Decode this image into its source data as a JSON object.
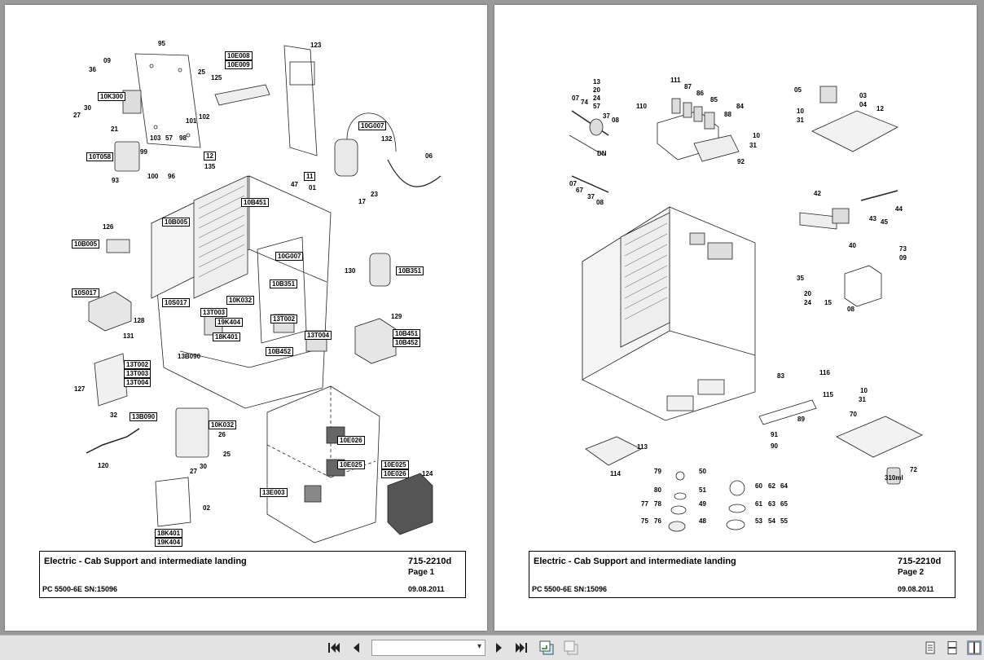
{
  "pages": [
    {
      "title": "Electric - Cab Support and intermediate landing",
      "doc_number": "715-2210d",
      "page_label": "Page 1",
      "model": "PC 5500-6E SN:15096",
      "date": "09.08.2011",
      "labels": [
        "95",
        "09",
        "36",
        "25",
        "10E008",
        "10E009",
        "123",
        "125",
        "10K300",
        "30",
        "27",
        "21",
        "101",
        "102",
        "103",
        "57",
        "98",
        "10G007",
        "10T058",
        "99",
        "93",
        "100",
        "96",
        "132",
        "12",
        "135",
        "11",
        "47",
        "01",
        "06",
        "17",
        "23",
        "10B451",
        "10B005",
        "126",
        "10B005",
        "130",
        "10B351",
        "10G007",
        "10B351",
        "10S017",
        "10S017",
        "128",
        "131",
        "13T003",
        "10K032",
        "19K404",
        "18K401",
        "13T002",
        "13T004",
        "129",
        "10B451",
        "10B452",
        "10B452",
        "13B090",
        "13T002",
        "13T003",
        "13T004",
        "127",
        "32",
        "13B090",
        "10K032",
        "26",
        "25",
        "27",
        "30",
        "120",
        "10E026",
        "10E025",
        "10E025",
        "10E026",
        "124",
        "13E003",
        "02",
        "18K401",
        "19K404"
      ]
    },
    {
      "title": "Electric - Cab Support and intermediate landing",
      "doc_number": "715-2210d",
      "page_label": "Page 2",
      "model": "PC 5500-6E SN:15096",
      "date": "09.08.2011",
      "labels": [
        "13",
        "20",
        "24",
        "57",
        "07",
        "74",
        "37",
        "08",
        "DN",
        "111",
        "87",
        "86",
        "85",
        "110",
        "84",
        "88",
        "10",
        "31",
        "92",
        "05",
        "03",
        "04",
        "12",
        "10",
        "31",
        "07",
        "67",
        "37",
        "08",
        "42",
        "44",
        "43",
        "45",
        "40",
        "73",
        "09",
        "35",
        "20",
        "24",
        "15",
        "08",
        "116",
        "83",
        "115",
        "89",
        "91",
        "90",
        "10",
        "31",
        "70",
        "72",
        "310ml",
        "113",
        "114",
        "79",
        "50",
        "80",
        "51",
        "77",
        "78",
        "49",
        "75",
        "76",
        "48",
        "60",
        "62",
        "64",
        "61",
        "63",
        "65",
        "53",
        "54",
        "55"
      ]
    }
  ],
  "toolbar": {
    "first_icon": "first-page-icon",
    "prev_icon": "previous-page-icon",
    "page_value": "",
    "next_icon": "next-page-icon",
    "last_icon": "last-page-icon",
    "back_icon": "back-view-icon",
    "forward_icon": "forward-view-icon",
    "single_icon": "single-page-view-icon",
    "continuous_icon": "continuous-view-icon",
    "facing_icon": "facing-pages-view-icon"
  }
}
